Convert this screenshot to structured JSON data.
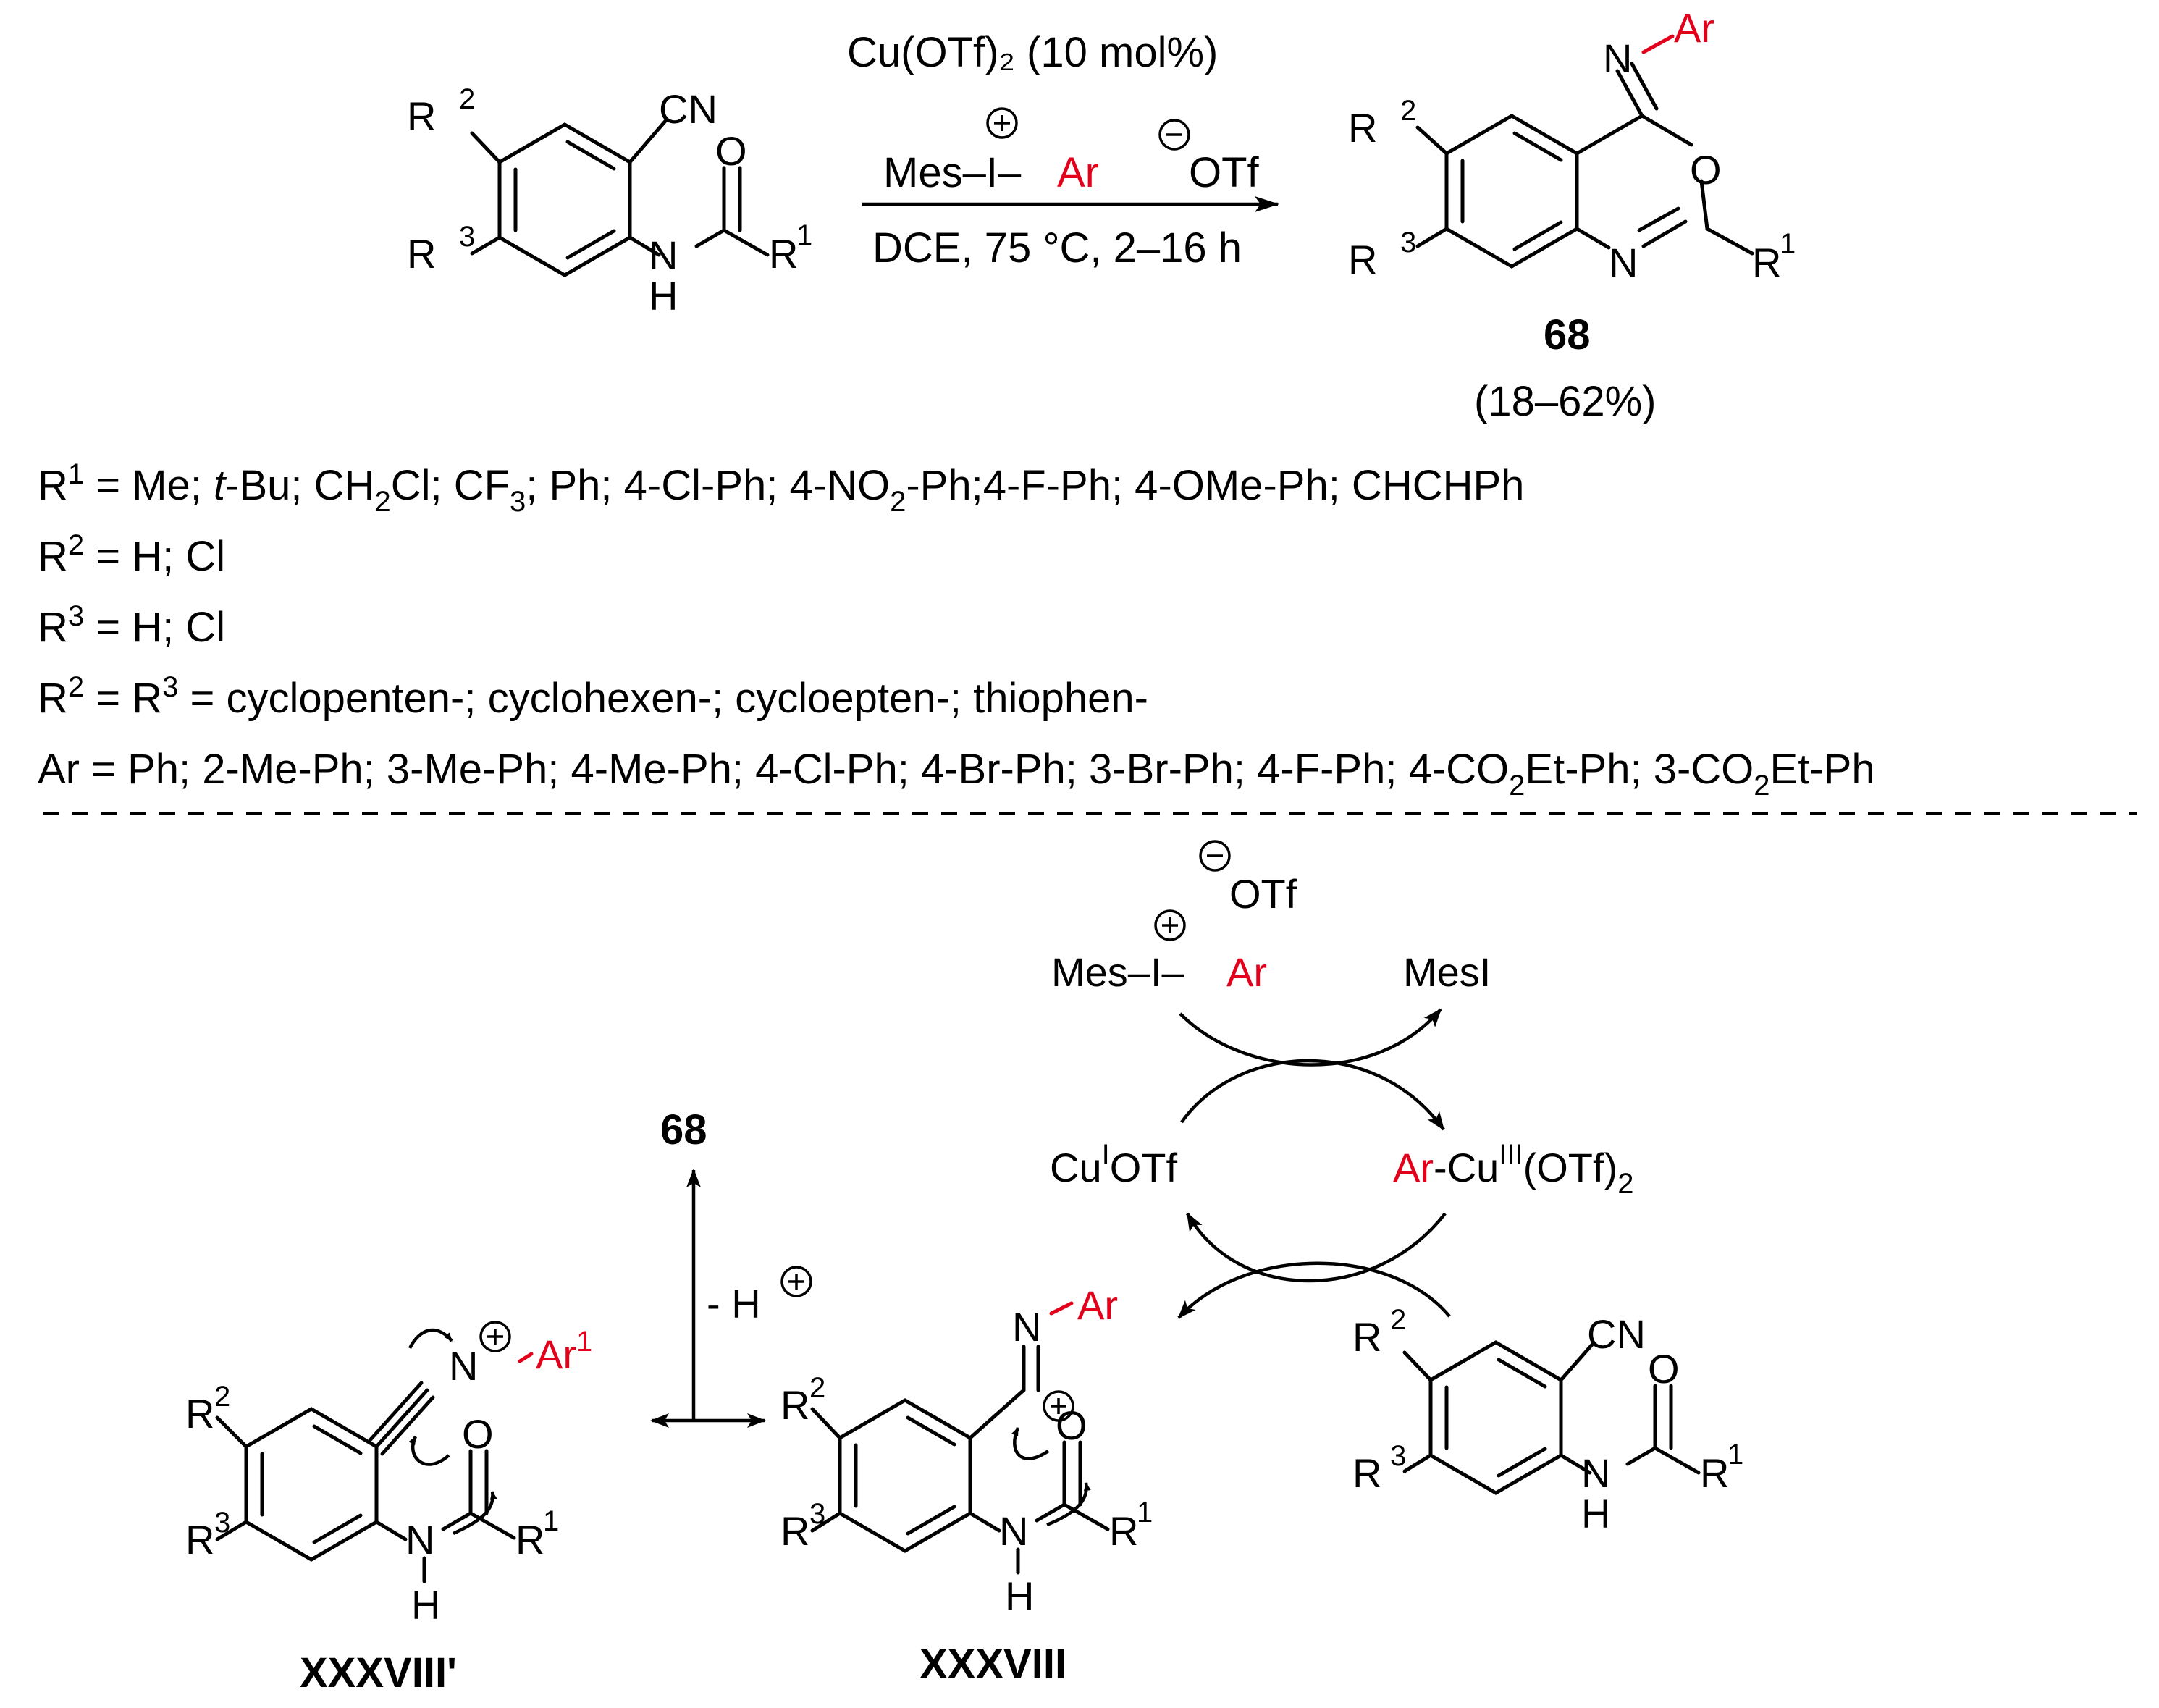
{
  "top": {
    "sm": {
      "r2": "R",
      "r3": "R",
      "cn": "CN",
      "o": "O",
      "n": "N",
      "h": "H",
      "r1": "R"
    },
    "conditions": {
      "catalyst": "Cu(OTf)₂ (10 mol%)",
      "reagent_mes": "Mes–I–",
      "reagent_ar": "Ar",
      "reagent_otf": "OTf",
      "solvent": "DCE, 75 °C, 2–16 h"
    },
    "product": {
      "n_imine": "N",
      "ar": "Ar",
      "o": "O",
      "n_ring": "N",
      "r1": "R",
      "r2": "R",
      "r3": "R",
      "number": "68",
      "yield": "(18–62%)"
    }
  },
  "substituents": {
    "r1": {
      "a": "R",
      "b": " = Me; ",
      "c": "t",
      "d": "-Bu; CH",
      "e": "Cl; CF",
      "f": "; Ph; 4-Cl-Ph; 4-NO",
      "g": "-Ph;4-F-Ph; 4-OMe-Ph; CHCHPh"
    },
    "r2": {
      "a": "R",
      "b": " = H; Cl"
    },
    "r3": {
      "a": "R",
      "b": " = H; Cl"
    },
    "r2r3": {
      "a": "R",
      "b": " = R",
      "c": " = cyclopenten-; cyclohexen-; cycloepten-; thiophen-"
    },
    "ar": {
      "a": "Ar = Ph; 2-Me-Ph; 3-Me-Ph; 4-Me-Ph; 4-Cl-Ph; 4-Br-Ph; 3-Br-Ph; 4-F-Ph; 4-CO",
      "b": "Et-Ph; 3-CO",
      "c": "Et-Ph"
    }
  },
  "cycle": {
    "otf": "OTf",
    "reagent_mes": "Mes–I–",
    "reagent_ar": "Ar",
    "mesi": "MesI",
    "cu1_a": "Cu",
    "cu1_b": "OTf",
    "cu3_ar": "Ar",
    "cu3_a": "-Cu",
    "cu3_b": "(OTf)"
  },
  "mech_substrate": {
    "r2": "R",
    "r3": "R",
    "cn": "CN",
    "o": "O",
    "n": "N",
    "h": "H",
    "r1": "R"
  },
  "mech": {
    "product_number": "68",
    "minus_h": "- H"
  },
  "int_prime": {
    "r2": "R",
    "r3": "R",
    "n": "N",
    "ar": "Ar",
    "o": "O",
    "n_amide": "N",
    "h": "H",
    "r1": "R",
    "label": "XXXVIII'"
  },
  "int": {
    "r2": "R",
    "r3": "R",
    "n": "N",
    "ar": "Ar",
    "o": "O",
    "n_amide": "N",
    "h": "H",
    "r1": "R",
    "label": "XXXVIII"
  }
}
